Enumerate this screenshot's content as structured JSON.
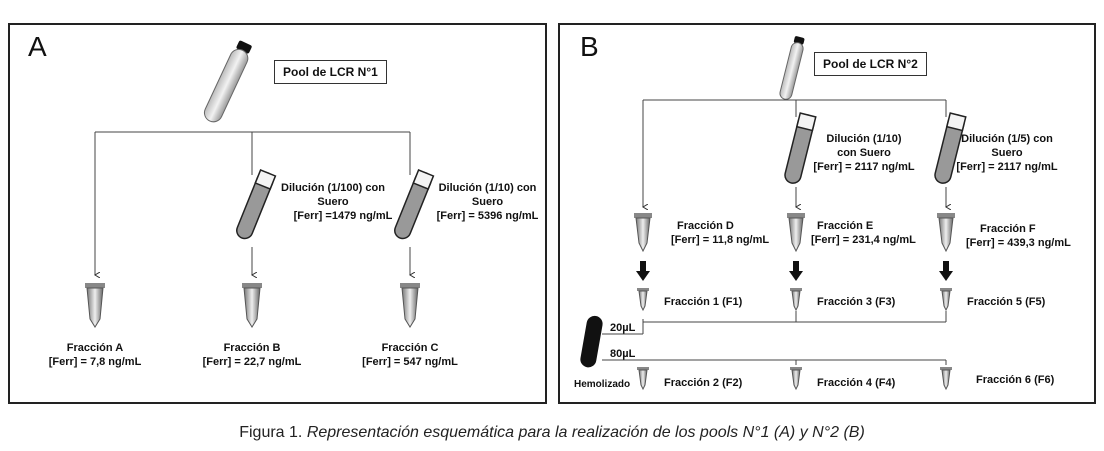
{
  "panel_a": {
    "letter": "A",
    "pool_label": "Pool de LCR N°1",
    "dilution_b": {
      "line1": "Dilución (1/100)  con",
      "line2": "Suero",
      "line3": "[Ferr] =1479 ng/mL"
    },
    "dilution_c": {
      "line1": "Dilución (1/10)  con",
      "line2": "Suero",
      "line3": "[Ferr] = 5396 ng/mL"
    },
    "fractions": [
      {
        "name": "Fracción A",
        "value": "[Ferr] = 7,8 ng/mL"
      },
      {
        "name": "Fracción B",
        "value": "[Ferr] = 22,7 ng/mL"
      },
      {
        "name": "Fracción C",
        "value": "[Ferr] = 547 ng/mL"
      }
    ]
  },
  "panel_b": {
    "letter": "B",
    "pool_label": "Pool de LCR N°2",
    "dilution_e": {
      "line1": "Dilución (1/10)",
      "line2": "con Suero",
      "line3": "[Ferr] = 2117 ng/mL"
    },
    "dilution_f": {
      "line1": "Dilución (1/5)  con",
      "line2": "Suero",
      "line3": "[Ferr] = 2117 ng/mL"
    },
    "fractions_top": [
      {
        "name": "Fracción D",
        "value": "[Ferr] = 11,8 ng/mL"
      },
      {
        "name": "Fracción E",
        "value": "[Ferr] = 231,4 ng/mL"
      },
      {
        "name": "Fracción F",
        "value": "[Ferr] = 439,3 ng/mL"
      }
    ],
    "fractions_mid": [
      "Fracción 1   (F1)",
      "Fracción 3   (F3)",
      "Fracción 5   (F5)"
    ],
    "fractions_bottom": [
      "Fracción 2   (F2)",
      "Fracción 4   (F4)",
      "Fracción 6   (F6)"
    ],
    "vol_1": "20µL",
    "vol_2": "80µL",
    "hemolizado": "Hemolizado"
  },
  "caption": {
    "prefix": "Figura 1. ",
    "text": "Representación esquemática para la realización de los pools N°1 (A) y N°2 (B)"
  }
}
